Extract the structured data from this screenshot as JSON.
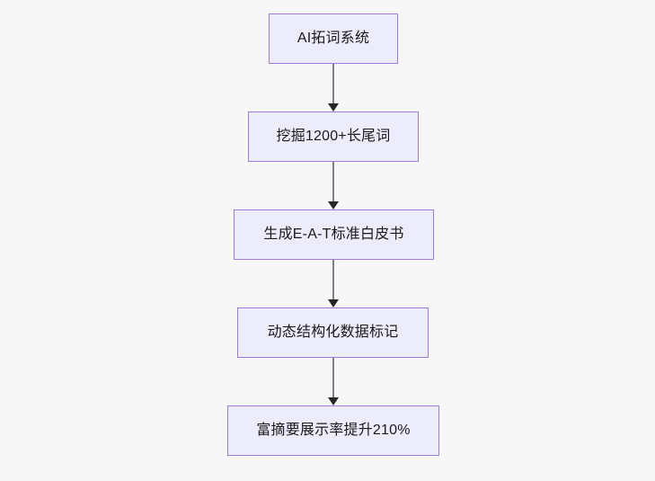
{
  "diagram": {
    "type": "flowchart",
    "orientation": "top-to-bottom",
    "background_color": "#f7f7f7",
    "node_fill_color": "#ececfd",
    "node_border_color": "#9c7bd9",
    "node_text_color": "#1a1a1a",
    "connector_line_color": "#7f7f8c",
    "connector_arrow_color": "#262626",
    "nodes": [
      {
        "id": "n1",
        "label": "AI拓词系统"
      },
      {
        "id": "n2",
        "label": "挖掘1200+长尾词"
      },
      {
        "id": "n3",
        "label": "生成E-A-T标准白皮书"
      },
      {
        "id": "n4",
        "label": "动态结构化数据标记"
      },
      {
        "id": "n5",
        "label": "富摘要展示率提升210%"
      }
    ],
    "edges": [
      {
        "from": "n1",
        "to": "n2",
        "label": ""
      },
      {
        "from": "n2",
        "to": "n3",
        "label": ""
      },
      {
        "from": "n3",
        "to": "n4",
        "label": ""
      },
      {
        "from": "n4",
        "to": "n5",
        "label": ""
      }
    ]
  }
}
